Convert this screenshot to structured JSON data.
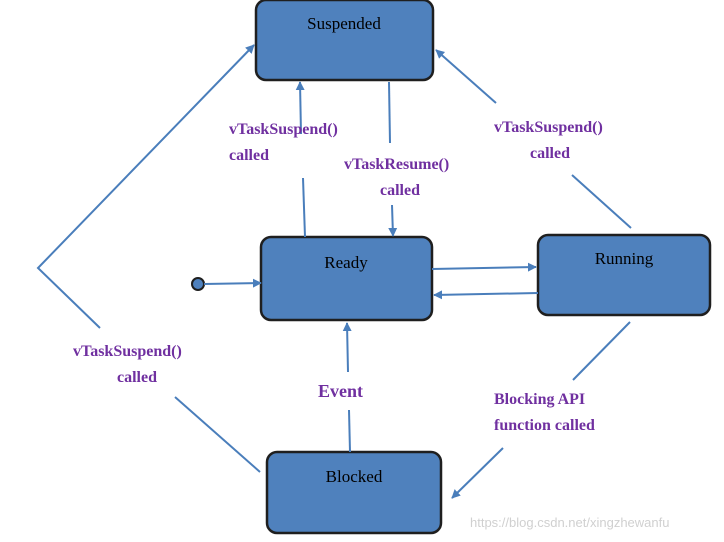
{
  "colors": {
    "state_fill": "#4F81BD",
    "state_stroke": "#1F1F1F",
    "arrow": "#4A7EBB",
    "label": "#7030A0",
    "background": "#FFFFFF"
  },
  "states": {
    "suspended": "Suspended",
    "ready": "Ready",
    "running": "Running",
    "blocked": "Blocked"
  },
  "labels": {
    "ready_to_suspended": [
      "vTaskSuspend()",
      "called"
    ],
    "suspended_to_ready": [
      "vTaskResume()",
      "called"
    ],
    "running_to_suspended": [
      "vTaskSuspend()",
      "called"
    ],
    "blocked_to_suspended": [
      "vTaskSuspend()",
      "called"
    ],
    "event": "Event",
    "running_to_blocked": [
      "Blocking API",
      "function called"
    ]
  },
  "watermark": "https://blog.csdn.net/xingzhewanfu"
}
